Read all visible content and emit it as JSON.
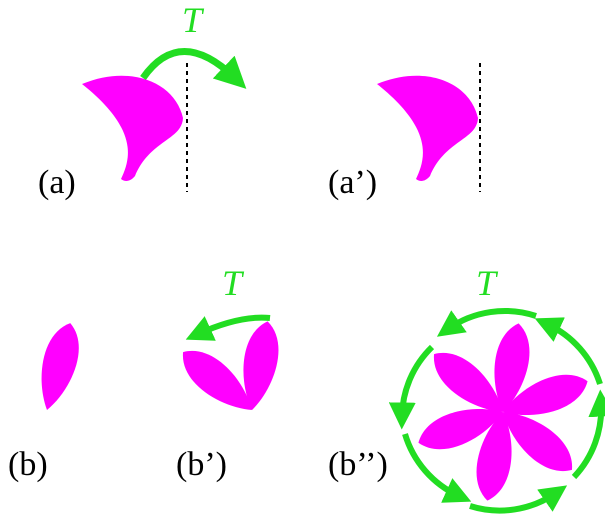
{
  "colors": {
    "shape": "#ff00ff",
    "arrow": "#22dd22",
    "axis": "#000000",
    "text": "#000000"
  },
  "panels": {
    "a": {
      "label": "(a)",
      "transform_label": "T"
    },
    "a2": {
      "label": "(a’)"
    },
    "b": {
      "label": "(b)"
    },
    "b2": {
      "label": "(b’)",
      "transform_label": "T"
    },
    "b3": {
      "label": "(b’’)",
      "transform_label": "T"
    }
  }
}
